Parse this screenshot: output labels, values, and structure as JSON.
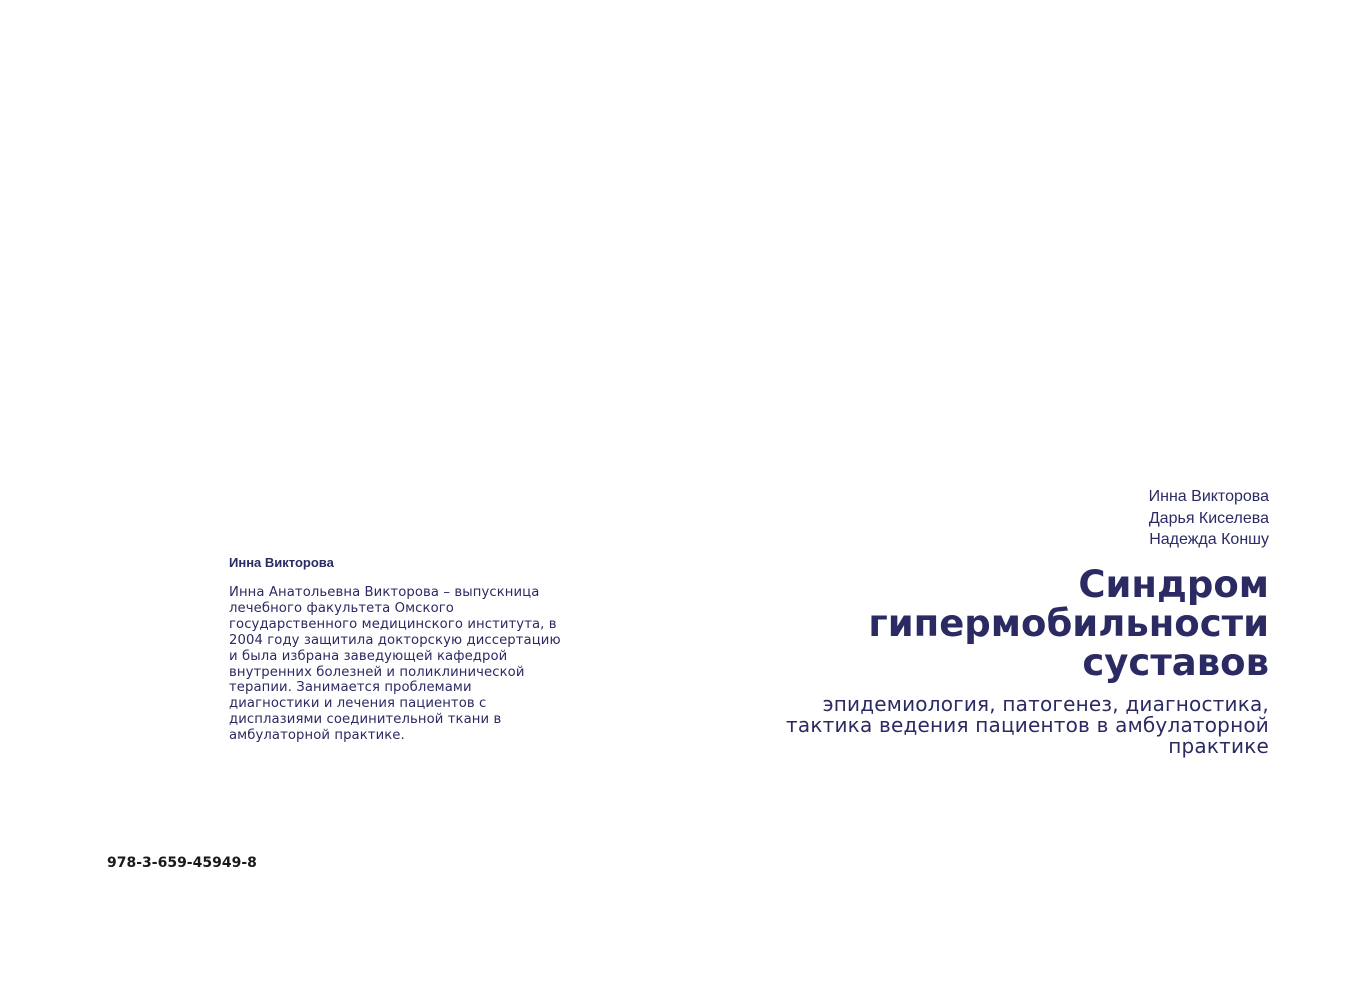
{
  "back_cover": {
    "bio_name": "Инна Викторова",
    "bio_lines": [
      "Инна Анатольевна Викторова – выпускница",
      "лечебного факультета Омского",
      "государственного медицинского института, в",
      "2004 году защитила докторскую диссертацию",
      "и была избрана заведующей кафедрой",
      "внутренних болезней и поликлинической",
      "терапии. Занимается проблемами",
      "диагностики и лечения пациентов с",
      "дисплазиями соединительной ткани в",
      "амбулаторной практике."
    ],
    "isbn": "978-3-659-45949-8"
  },
  "front_cover": {
    "authors": [
      "Инна Викторова",
      "Дарья Киселева",
      "Надежда Коншу"
    ],
    "title_lines": [
      "Синдром",
      "гипермобильности",
      "суставов"
    ],
    "subtitle_lines": [
      "эпидемиология, патогенез, диагностика,",
      "тактика ведения пациентов в амбулаторной",
      "практике"
    ]
  },
  "colors": {
    "text_primary": "#2b2a63",
    "isbn_text": "#1a1a1a",
    "background": "#ffffff"
  }
}
